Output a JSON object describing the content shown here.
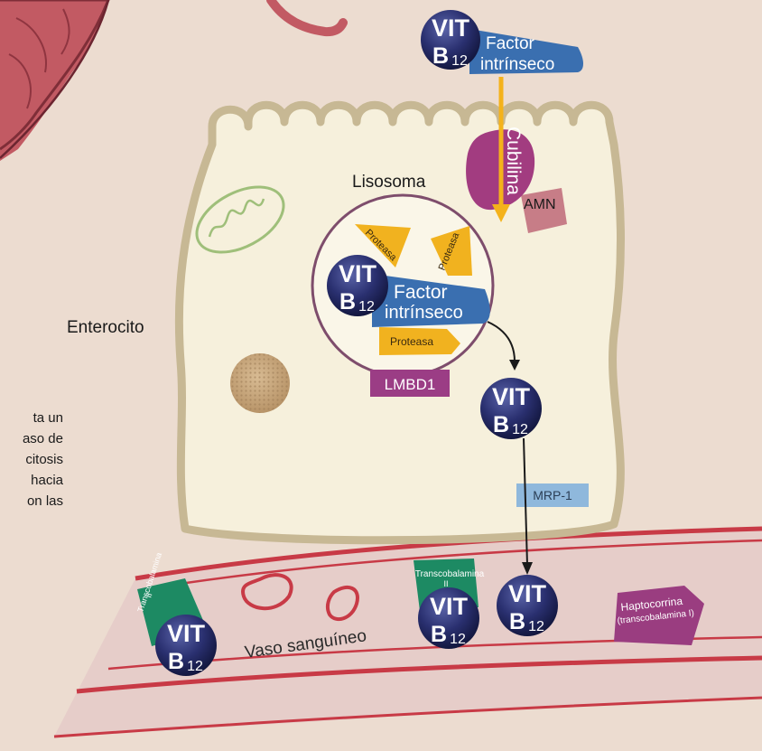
{
  "labels": {
    "enterocito": "Enterocito",
    "lisosoma": "Lisosoma",
    "cubilina": "Cubilina",
    "amn": "AMN",
    "lmbd1": "LMBD1",
    "mrp1": "MRP-1",
    "vaso": "Vaso sanguíneo",
    "proteasa": "Proteasa",
    "factor_line1": "Factor",
    "factor_line2": "intrínseco",
    "vit": "VIT",
    "b": "B",
    "b_sub": "12",
    "transcobalamina_line1": "Transcobalamina",
    "transcobalamina_line2": "II",
    "haptocorrina_line1": "Haptocorrina",
    "haptocorrina_line2": "(transcobalamina I)"
  },
  "side_text": [
    "ta un",
    "aso de",
    "citosis",
    "hacia",
    "on las"
  ],
  "colors": {
    "background": "#ecdcd0",
    "cell_fill": "#f6f0dc",
    "cell_stroke": "#c7b894",
    "intestine": "#c25a63",
    "lysosome_ring": "#7e4d6c",
    "factor_blue": "#3a6fb0",
    "protease_yellow": "#f1b21f",
    "arrow_yellow": "#f4b21b",
    "cubilina_purple": "#a23c80",
    "amn_pink": "#c77d87",
    "lmbd1_purple": "#9b3d85",
    "mrp1_blue": "#8fb8dc",
    "vit_navy": "#1f2459",
    "vessel_red": "#c83a46",
    "vessel_fill": "#e6cdc9",
    "transcobalamina_green": "#1d8a63",
    "haptocorrina_purple": "#9a3d80",
    "mitochondria_green": "#9fbf7a",
    "granule_brown": "#c4a47d"
  }
}
